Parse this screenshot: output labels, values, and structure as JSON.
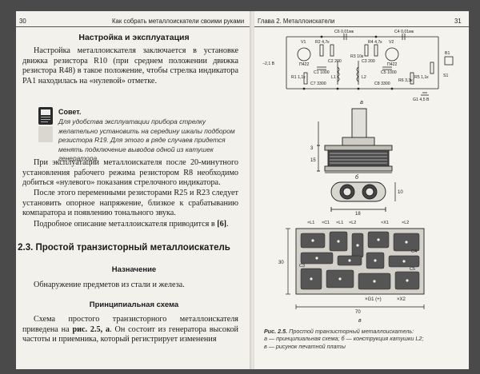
{
  "left_page": {
    "page_number": "30",
    "running_head": "Как собрать металлоискатели своими руками",
    "section_title": "Настройка и эксплуатация",
    "para1": "Настройка металлоискателя заключается в установке движка резистора R10 (при среднем положении движка резистора R48) в такое положение, чтобы стрелка индикатора PA1 находилась на «нулевой» отметке.",
    "tip_label": "Совет.",
    "tip_text": "Для удобства эксплуатации прибора стрелку желательно установить на середину шкалы подбором резистора R19. Для этого в ряде случаев придется менять подключение выводов одной из катушек генератора.",
    "para2": "При эксплуатации металлоискателя после 20-минутного установления рабочего режима резистором R8 необходимо добиться «нулевого» показания стрелочного индикатора.",
    "para3": "После этого переменными резисторами R25 и R23 следует установить опорное напряжение, близкое к срабатыванию компаратора и появлению тонального звука.",
    "para4_text": "Подробное описание металлоискателя приводится в ",
    "para4_ref": "[6]",
    "para4_end": ".",
    "chapter_heading": "2.3. Простой транзисторный металлоискатель",
    "purpose_heading": "Назначение",
    "purpose_text": "Обнаружение предметов из стали и железа.",
    "schematic_heading": "Принципиальная схема",
    "last_para_a": "Схема простого транзисторного металлоискателя приведена на ",
    "last_para_ref": "рис. 2.5, а",
    "last_para_b": ". Он состоит из генератора высокой частоты и приемника, который регистрирует изменения"
  },
  "right_page": {
    "page_number": "31",
    "running_head": "Глава 2. Металлоискатели",
    "fig_label_a": "а",
    "fig_label_b": "б",
    "fig_label_c": "в",
    "caption_title": "Рис. 2.5.",
    "caption_title_rest": " Простой транзисторный металлоискатель:",
    "caption_line2": "а — принципиальная схема; б — конструкция катушки L2;",
    "caption_line3": "в — рисунок печатной платы"
  },
  "schematic_labels": {
    "c6": "C6 0,01мк",
    "c4": "C4 0,01мк",
    "v1": "V1",
    "v1_type": "П422",
    "v2": "V2",
    "v2_type": "П422",
    "r2": "R2 4,7к",
    "r4": "R4 4,7к",
    "r3": "R3 10к",
    "c2": "C2 200",
    "c3": "C3 200",
    "c1": "C1 1000",
    "c5": "C5 1000",
    "l1": "L1",
    "l2": "L2",
    "r1": "R1 1,1к",
    "r5": "R5 1,1к",
    "r6": "R6 3,3к",
    "c7": "C7 3300",
    "c8": "C8 3300",
    "b1": "B1",
    "s1": "S1",
    "g1": "G1 4,5 В",
    "supply": "−2,1 В"
  },
  "coil_dims": {
    "d1": "3",
    "d2": "15",
    "d3": "18",
    "d4": "10"
  },
  "pcb_labels": {
    "top": [
      "×L1",
      "×C1",
      "×L1",
      "×L2",
      "×X1",
      "×L2"
    ],
    "c3": "C3",
    "c4": "C4",
    "c5": "C5",
    "width": "70",
    "height": "30",
    "g1": "×G1 (+)",
    "bottom": "×X2"
  }
}
